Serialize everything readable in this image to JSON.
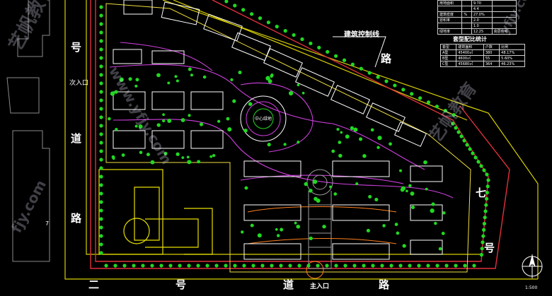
{
  "roads": {
    "west_char_1": "号",
    "west_char_2": "道",
    "west_char_3": "路",
    "south_char_1": "二",
    "south_char_2": "号",
    "south_char_3": "道",
    "south_char_4": "路",
    "north_char": "路",
    "east_char_1": "七",
    "east_char_2": "号"
  },
  "entrances": {
    "secondary": "次入口",
    "main": "主入口"
  },
  "labels": {
    "building_control_line": "建筑控制线",
    "type_ratio_title": "套型配比统计",
    "central_green": "中心绿地",
    "parcel_number": "7",
    "scale": "1:500"
  },
  "stats_table": {
    "rows": [
      [
        "用地面积",
        "",
        "9.70",
        ""
      ],
      [
        "",
        "",
        "4.4",
        ""
      ],
      [
        "建筑密度",
        "%",
        "27.0%",
        ""
      ],
      [
        "容积率",
        "",
        "2.0",
        ""
      ],
      [
        "",
        "",
        "1.0",
        ""
      ],
      [
        "绿地率",
        "",
        "12.25",
        "高层住宅"
      ]
    ]
  },
  "ratio_table": {
    "header": [
      "套型",
      "建筑面积",
      "户数",
      "比例"
    ],
    "rows": [
      [
        "A型",
        "45400㎡",
        "380",
        "48.17%"
      ],
      [
        "B型",
        "4600㎡",
        "55",
        "5.60%"
      ],
      [
        "C型",
        "45680㎡",
        "364",
        "46.23%"
      ]
    ]
  },
  "watermarks": {
    "brand": "艺帆教育",
    "domain_a": "www.yfjy.com",
    "domain_b": "yfjy.com",
    "domain_c": "fjy.com"
  },
  "colors": {
    "background": "#000000",
    "boundary_red": "#e0303c",
    "road_yellow": "#e8e000",
    "building_white": "#ffffff",
    "path_magenta": "#d040e0",
    "tree_green": "#22d822",
    "plaza_gray": "#9a9a9a"
  }
}
